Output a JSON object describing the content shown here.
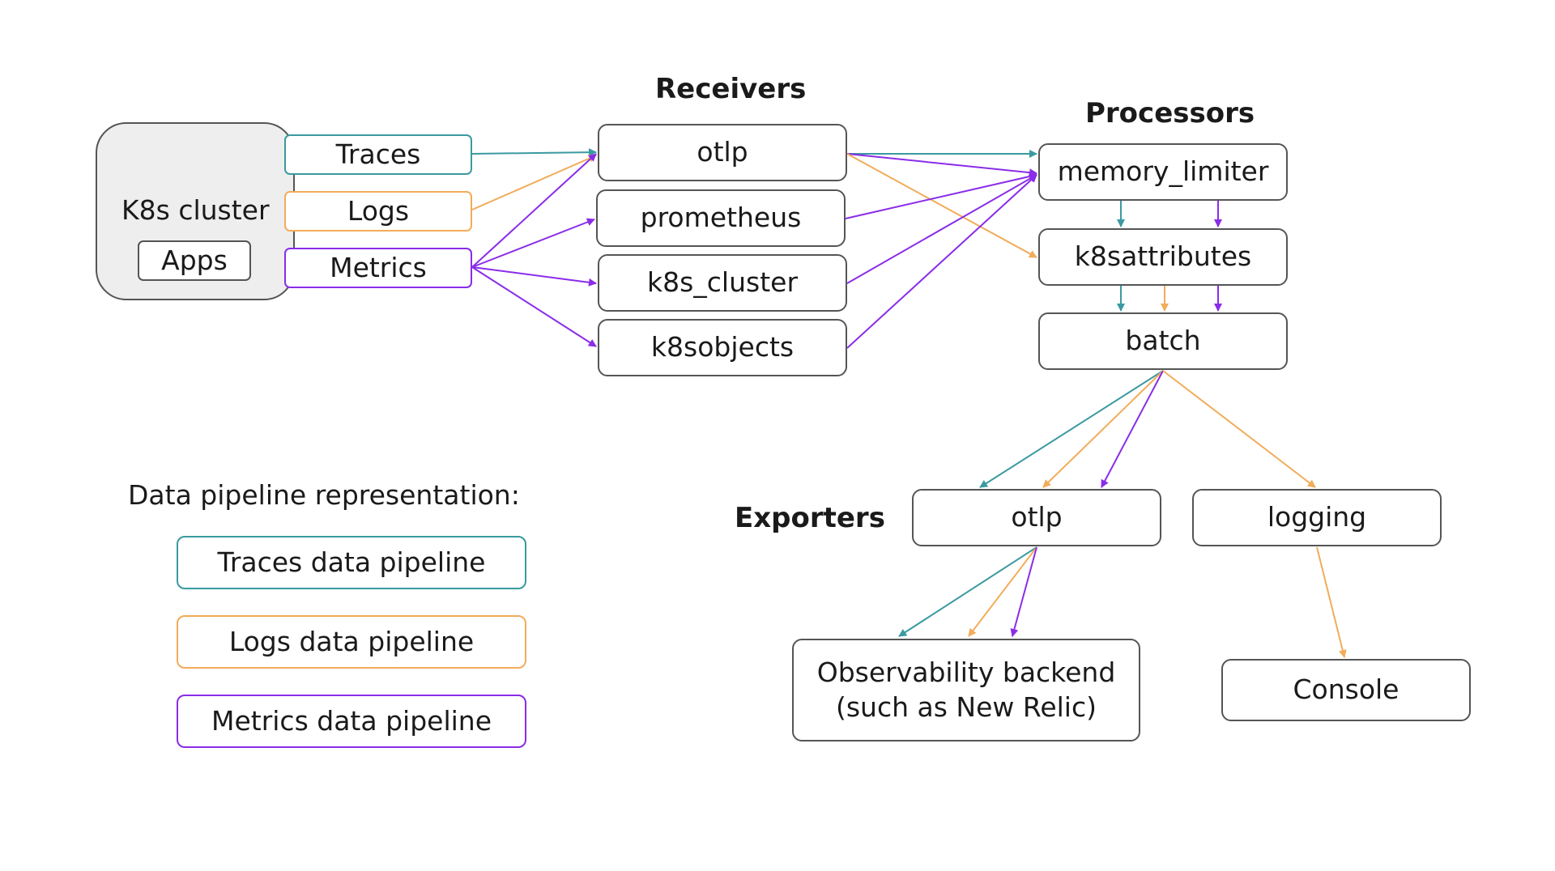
{
  "colors": {
    "traces": "#3a9aa0",
    "logs": "#f2ac5a",
    "metrics": "#8a2ce8",
    "border": "#555555",
    "cluster_fill": "#eeeeee"
  },
  "cluster": {
    "label": "K8s cluster",
    "apps_label": "Apps"
  },
  "signals": {
    "traces": "Traces",
    "logs": "Logs",
    "metrics": "Metrics"
  },
  "receivers": {
    "title": "Receivers",
    "otlp": "otlp",
    "prometheus": "prometheus",
    "k8s_cluster": "k8s_cluster",
    "k8sobjects": "k8sobjects"
  },
  "processors": {
    "title": "Processors",
    "memory_limiter": "memory_limiter",
    "k8sattributes": "k8sattributes",
    "batch": "batch"
  },
  "exporters": {
    "title": "Exporters",
    "otlp": "otlp",
    "logging": "logging"
  },
  "destinations": {
    "backend_line1": "Observability backend",
    "backend_line2": "(such as New Relic)",
    "console": "Console"
  },
  "legend": {
    "title": "Data pipeline representation:",
    "traces": "Traces data pipeline",
    "logs": "Logs data pipeline",
    "metrics": "Metrics data pipeline"
  }
}
